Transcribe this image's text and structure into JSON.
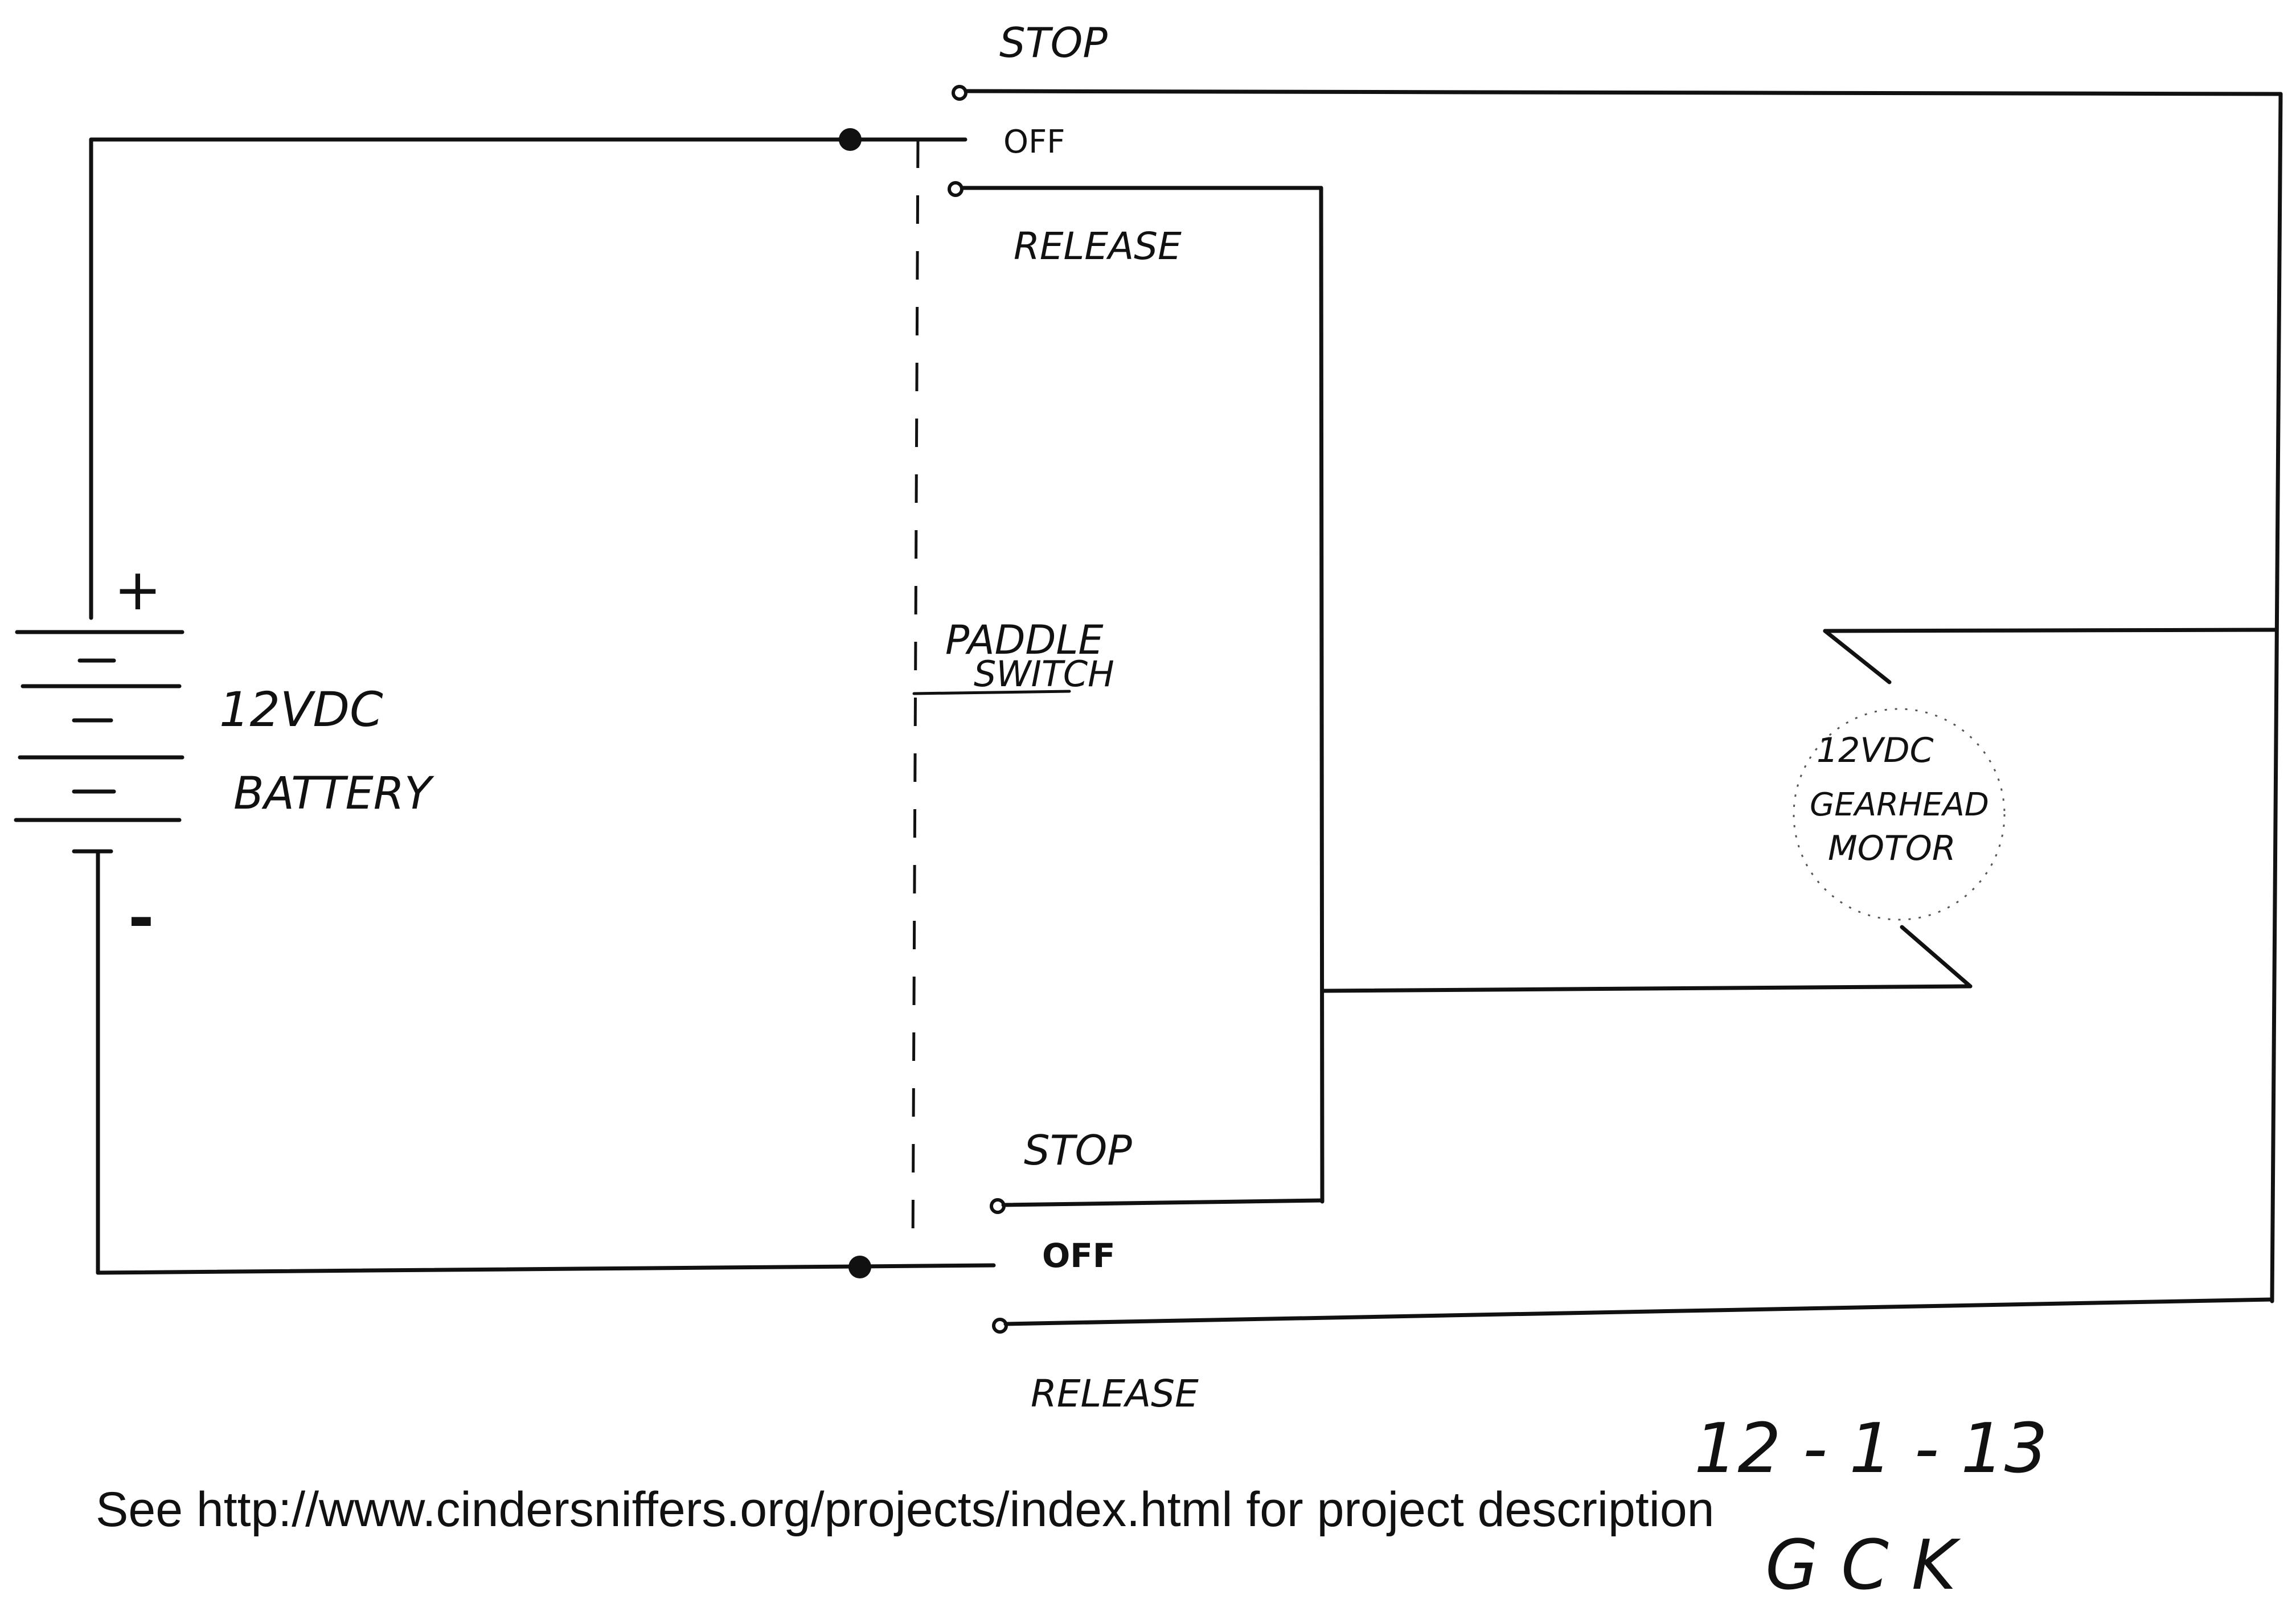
{
  "labels": {
    "switch_top_stop": "STOP",
    "switch_top_off": "OFF",
    "switch_top_release": "RELEASE",
    "switch_bottom_stop": "STOP",
    "switch_bottom_off": "OFF",
    "switch_bottom_release": "RELEASE",
    "paddle_switch_line1": "PADDLE",
    "paddle_switch_line2": "SWITCH",
    "battery_line1": "12VDC",
    "battery_line2": "BATTERY",
    "battery_plus": "+",
    "battery_minus": "-",
    "motor_line1": "12VDC",
    "motor_line2": "GEARHEAD",
    "motor_line3": "MOTOR"
  },
  "footer": {
    "note": "See http://www.cindersniffers.org/projects/index.html for project description",
    "date": "12 - 1 - 13",
    "initials": "GCK"
  }
}
